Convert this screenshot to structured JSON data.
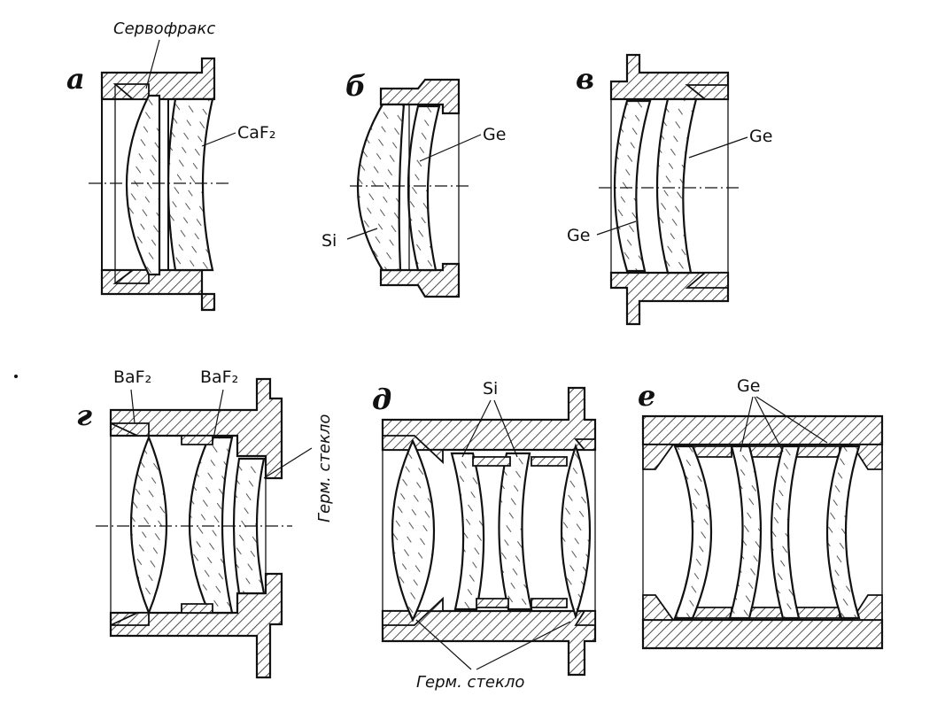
{
  "panels": {
    "a": "а",
    "b": "б",
    "v": "в",
    "g": "г",
    "d": "д",
    "e": "е"
  },
  "labels": {
    "servofraks": "Сервофракс",
    "caf2": "CaF₂",
    "ge_b": "Ge",
    "si_b": "Si",
    "ge_v1": "Ge",
    "ge_v2": "Ge",
    "baf2_1": "BaF₂",
    "baf2_2": "BaF₂",
    "germ_steklo_g": "Герм. стекло",
    "si_d": "Si",
    "germ_steklo_d": "Герм. стекло",
    "ge_e": "Ge"
  }
}
